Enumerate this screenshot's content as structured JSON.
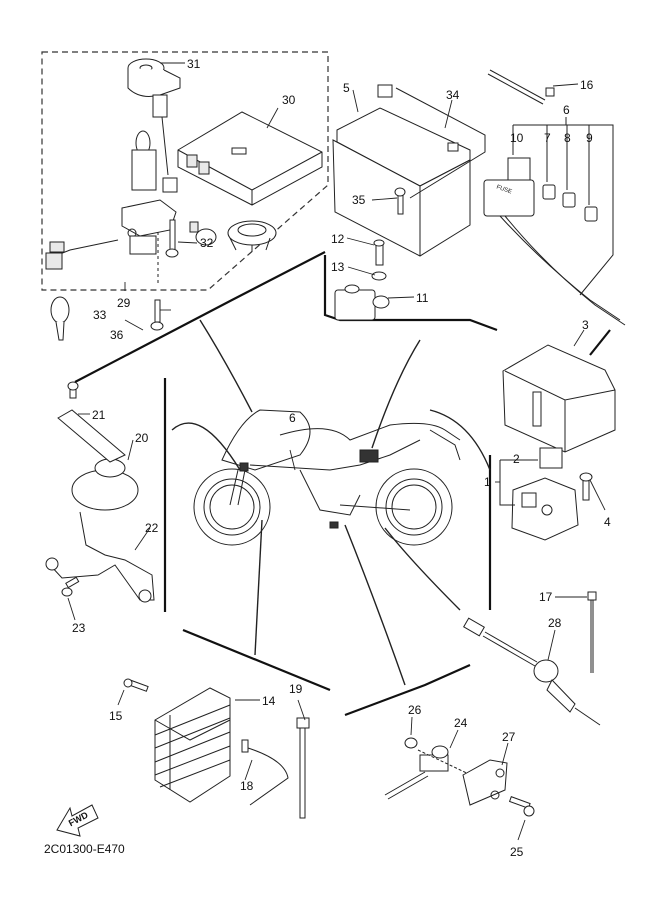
{
  "diagram": {
    "title": "Electrical parts exploded view",
    "drawing_code": "2C01300-E470",
    "fwd_arrow_label": "FWD",
    "callouts": {
      "c1": "1",
      "c2": "2",
      "c3": "3",
      "c4": "4",
      "c5": "5",
      "c6": "6",
      "c6b": "6",
      "c7": "7",
      "c8": "8",
      "c9": "9",
      "c10": "10",
      "c11": "11",
      "c12": "12",
      "c13": "13",
      "c14": "14",
      "c15": "15",
      "c16": "16",
      "c17": "17",
      "c18": "18",
      "c19": "19",
      "c20": "20",
      "c21": "21",
      "c22": "22",
      "c23": "23",
      "c24": "24",
      "c25": "25",
      "c26": "26",
      "c27": "27",
      "c28": "28",
      "c29": "29",
      "c30": "30",
      "c31": "31",
      "c32": "32",
      "c33": "33",
      "c34": "34",
      "c35": "35",
      "c36": "36"
    },
    "fuse_box_text": "FUSE"
  }
}
